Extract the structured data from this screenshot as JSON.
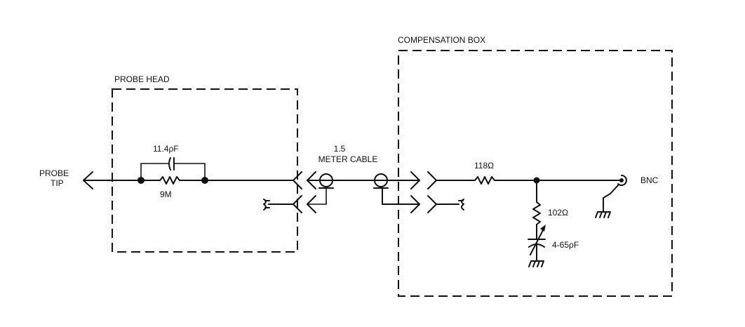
{
  "diagram": {
    "type": "circuit-schematic",
    "colors": {
      "ink": "#111111",
      "background": "#ffffff"
    },
    "blocks": {
      "probe_head": {
        "label": "PROBE HEAD"
      },
      "compensation_box": {
        "label": "COMPENSATION BOX"
      }
    },
    "labels": {
      "probe_tip_line1": "PROBE",
      "probe_tip_line2": "TIP",
      "cable_line1": "1.5",
      "cable_line2": "METER CABLE",
      "bnc": "BNC"
    },
    "components": {
      "tip_capacitor": {
        "value": "11.4ρF",
        "kind": "capacitor"
      },
      "tip_resistor": {
        "value": "9M",
        "kind": "resistor"
      },
      "series_resistor": {
        "value": "118Ω",
        "kind": "resistor"
      },
      "shunt_resistor": {
        "value": "102Ω",
        "kind": "resistor"
      },
      "trim_capacitor": {
        "value": "4-65ρF",
        "kind": "variable-capacitor"
      }
    }
  }
}
